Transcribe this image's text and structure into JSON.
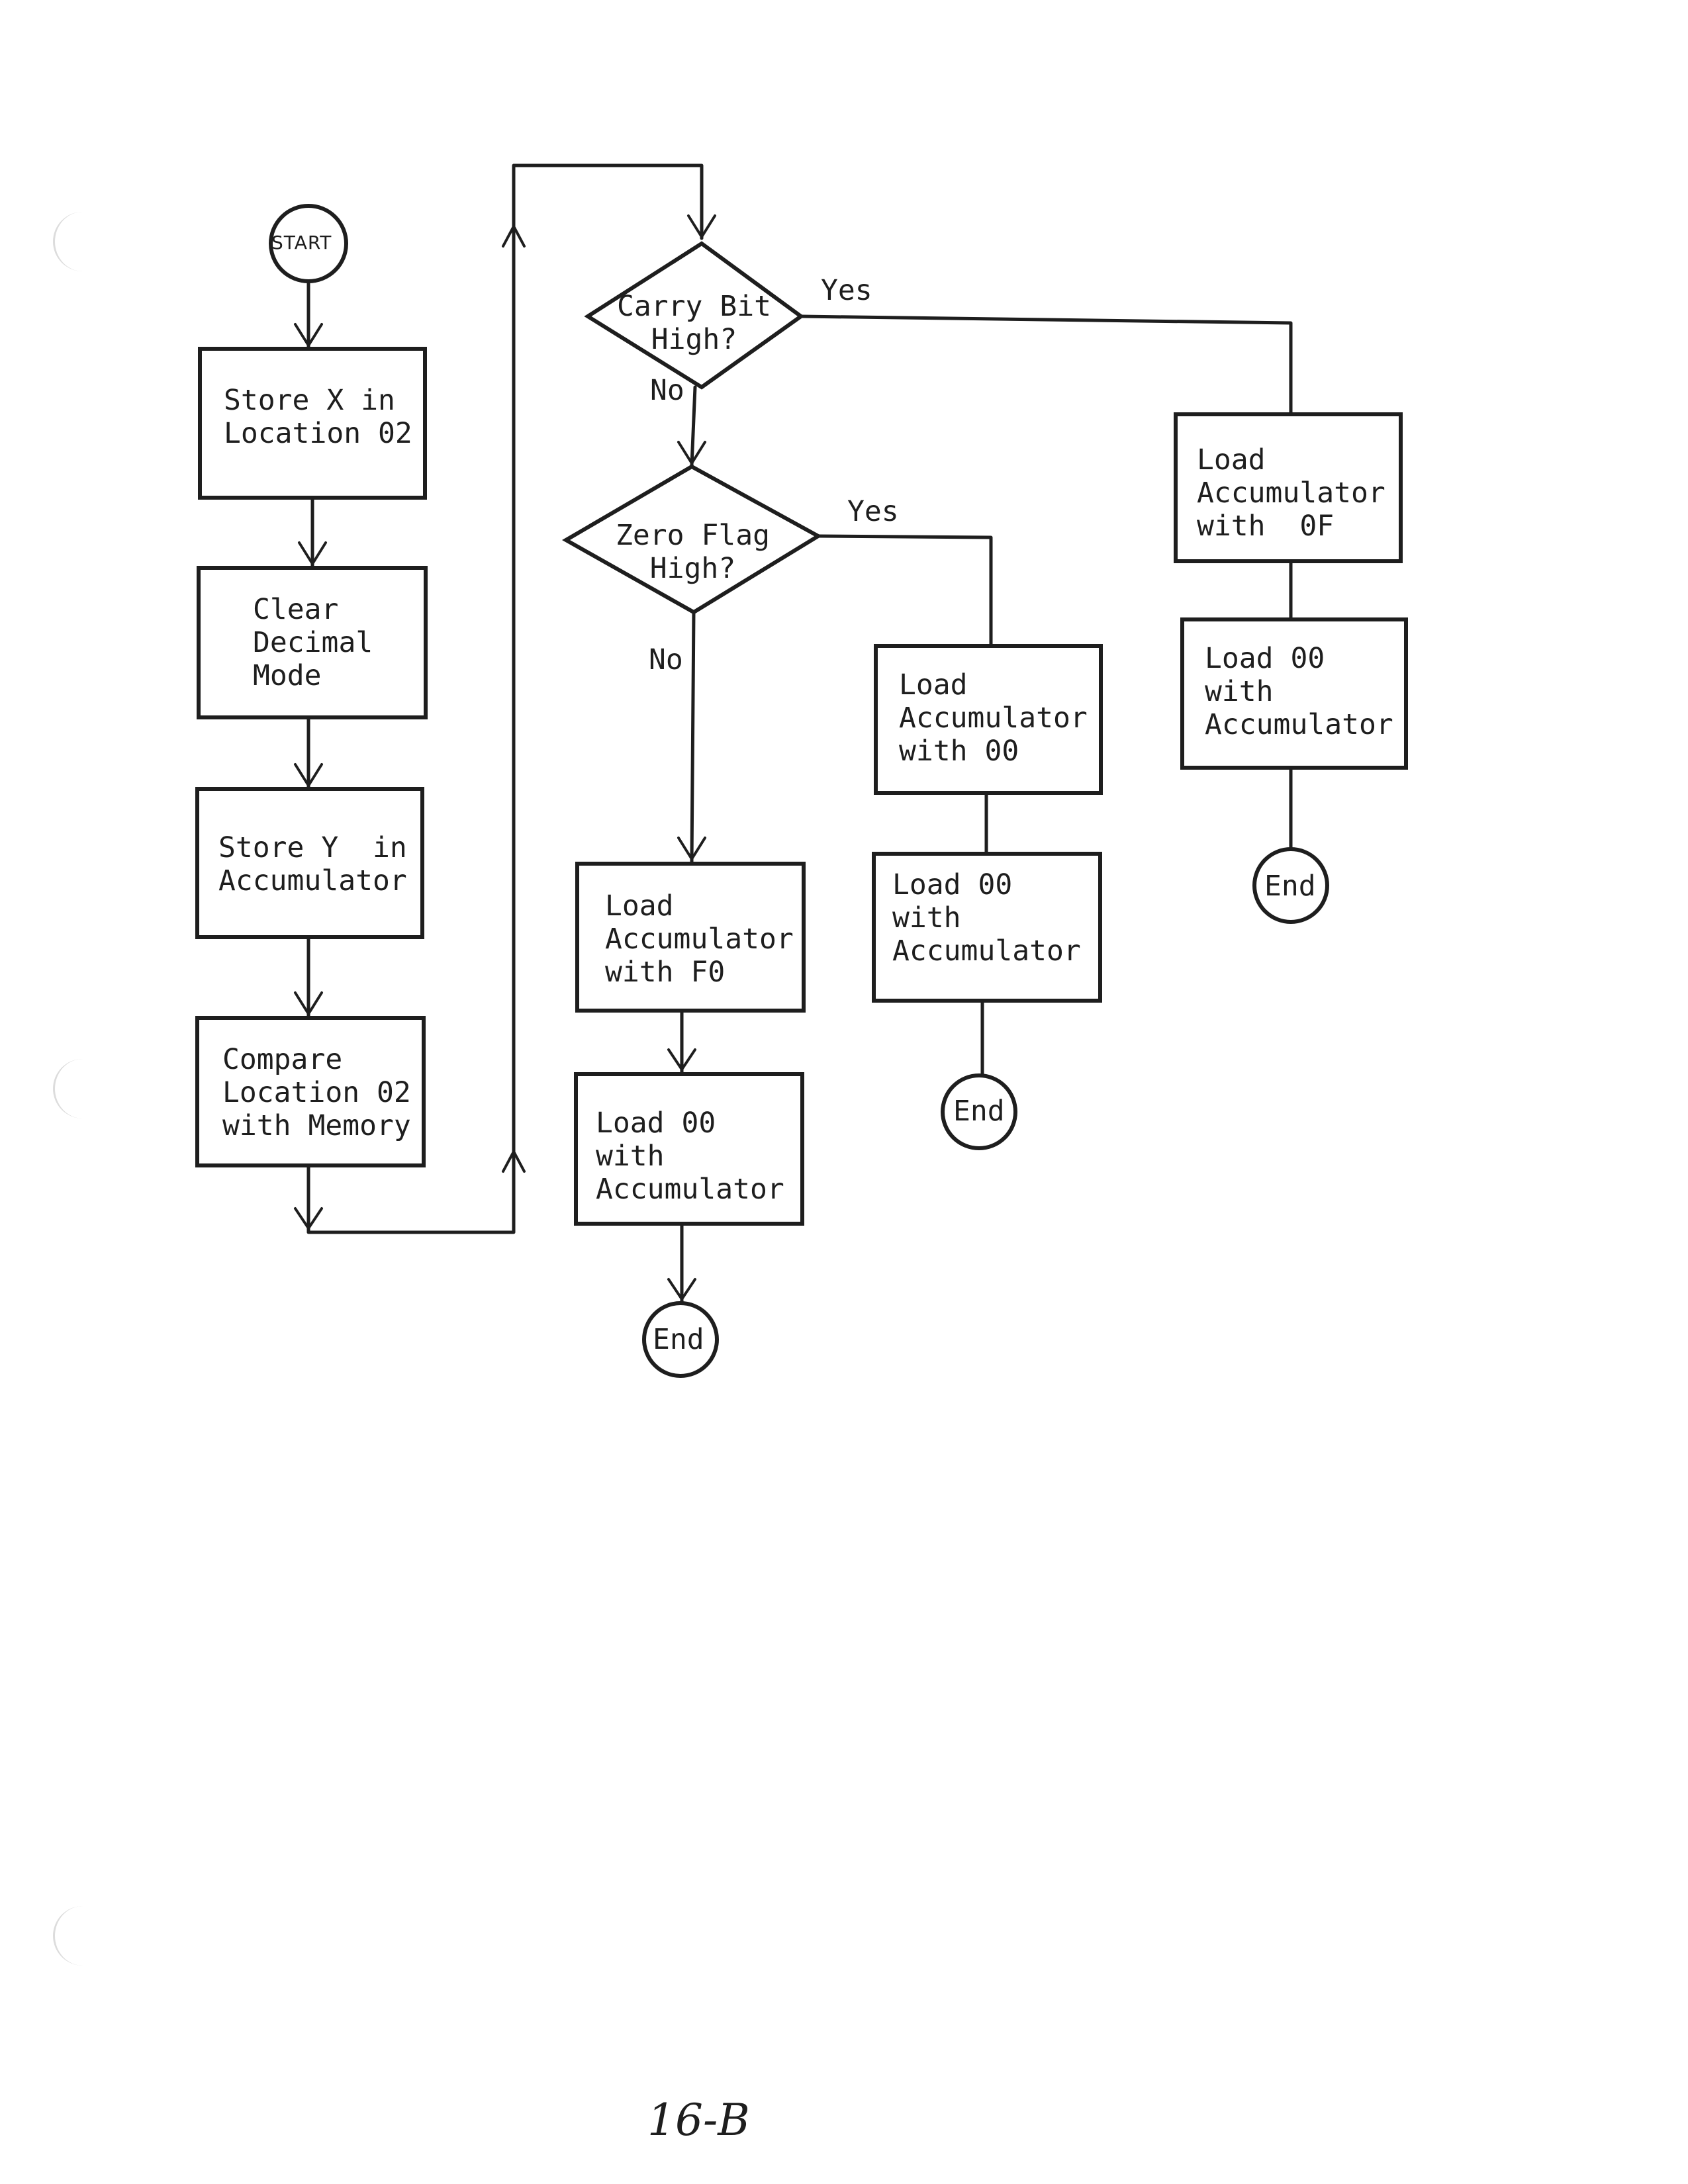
{
  "flowchart": {
    "start_label": "START",
    "steps": {
      "store_x": "Store X in\nLocation 02",
      "clear_decimal": "Clear\nDecimal\nMode",
      "store_y": "Store Y  in\nAccumulator",
      "compare": "Compare\nLocation 02\nwith Memory"
    },
    "decisions": {
      "carry": "Carry Bit\nHigh?",
      "zero": "Zero Flag\nHigh?"
    },
    "branch_labels": {
      "carry_yes": "Yes",
      "carry_no": "No",
      "zero_yes": "Yes",
      "zero_no": "No"
    },
    "carry_branch": {
      "load_acc": "Load\nAccumulator\nwith  0F",
      "load_00": "Load 00\nwith\nAccumulator",
      "end": "End"
    },
    "zero_branch": {
      "load_acc": "Load\nAccumulator\nwith 00",
      "load_00": "Load 00\nwith\nAccumulator",
      "end": "End"
    },
    "neither_branch": {
      "load_acc": "Load\nAccumulator\nwith F0",
      "load_00": "Load 00\nwith\nAccumulator",
      "end": "End"
    }
  },
  "page_number": "16-B"
}
